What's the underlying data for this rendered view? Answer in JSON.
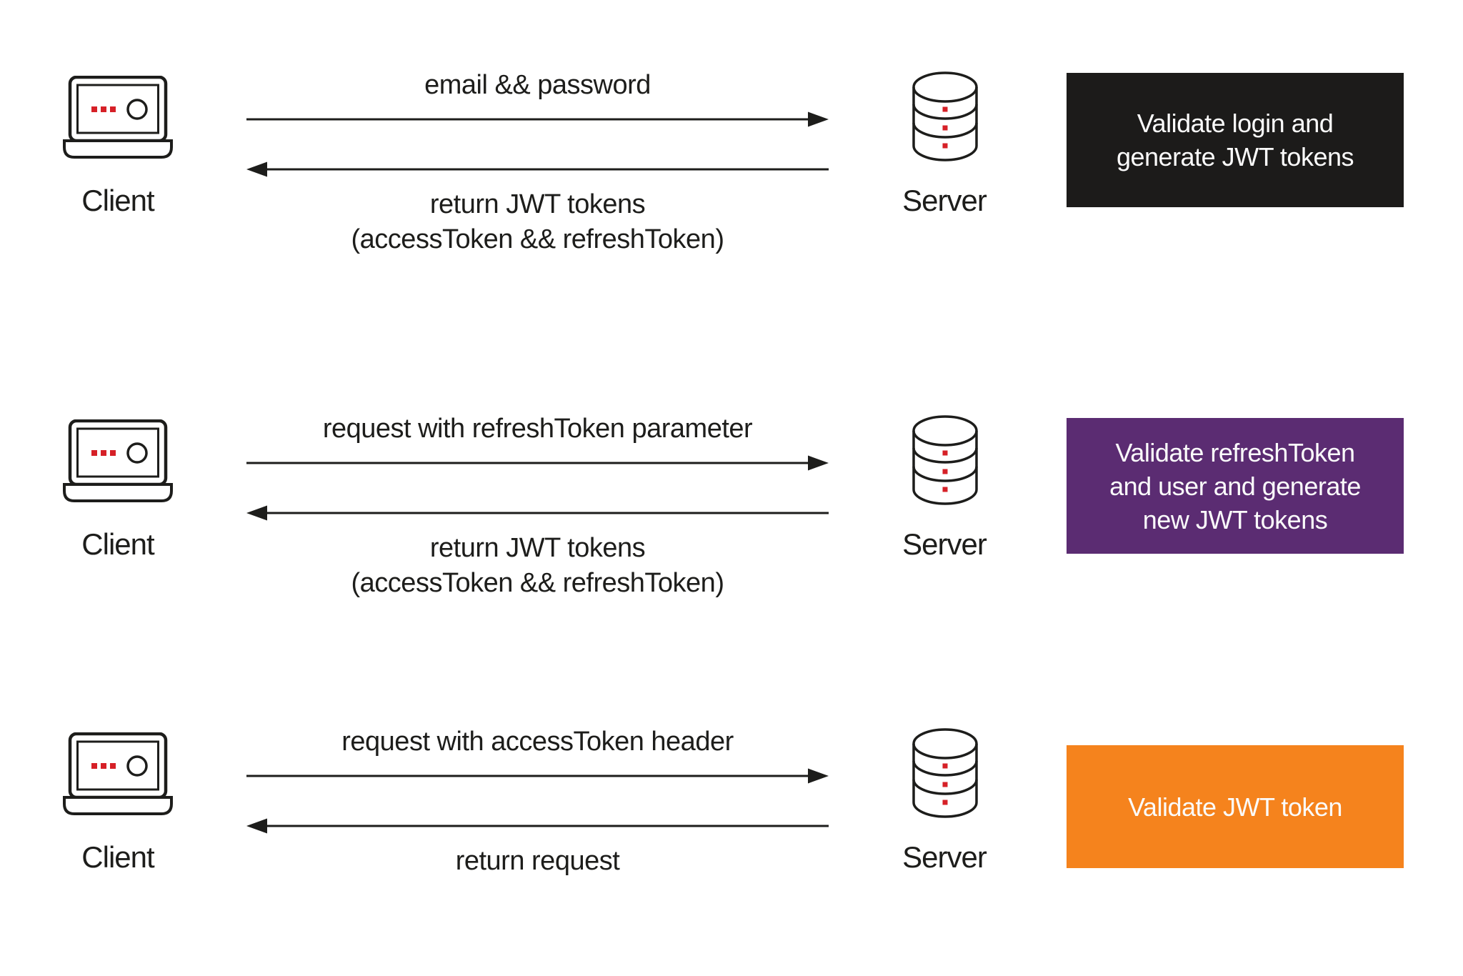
{
  "palette": {
    "background": "#ffffff",
    "ink": "#1d1d1b",
    "accent_red": "#d62027",
    "note_black": "#1c1b1a",
    "note_purple": "#5b2c72",
    "note_orange": "#f5831d",
    "note_text": "#fbfbfb"
  },
  "icons": {
    "client": "laptop-icon",
    "server": "database-icon",
    "request_arrow": "arrow-right-icon",
    "response_arrow": "arrow-left-icon"
  },
  "rows": [
    {
      "client": {
        "label": "Client"
      },
      "server": {
        "label": "Server"
      },
      "request": {
        "label": "email && password"
      },
      "response": {
        "line1": "return JWT tokens",
        "line2": "(accessToken && refreshToken)"
      },
      "note": {
        "text": "Validate login and generate JWT tokens",
        "bg": "#1c1b1a",
        "fg": "#fbfbfb"
      }
    },
    {
      "client": {
        "label": "Client"
      },
      "server": {
        "label": "Server"
      },
      "request": {
        "label": "request with refreshToken parameter"
      },
      "response": {
        "line1": "return JWT tokens",
        "line2": "(accessToken && refreshToken)"
      },
      "note": {
        "text": "Validate refreshToken and user and generate new JWT tokens",
        "bg": "#5b2c72",
        "fg": "#fbfbfb"
      }
    },
    {
      "client": {
        "label": "Client"
      },
      "server": {
        "label": "Server"
      },
      "request": {
        "label": "request with accessToken header"
      },
      "response": {
        "line1": "return request",
        "line2": ""
      },
      "note": {
        "text": "Validate JWT token",
        "bg": "#f5831d",
        "fg": "#fbfbfb"
      }
    }
  ]
}
